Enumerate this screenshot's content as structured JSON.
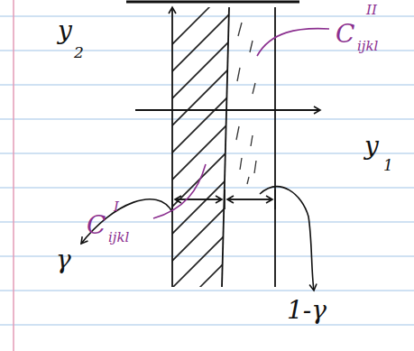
{
  "diagram": {
    "labels": [
      "y",
      "2",
      "C",
      "II",
      "ijkl",
      "C",
      "I",
      "ijkl",
      "y",
      "1",
      "γ",
      "1-γ"
    ]
  }
}
